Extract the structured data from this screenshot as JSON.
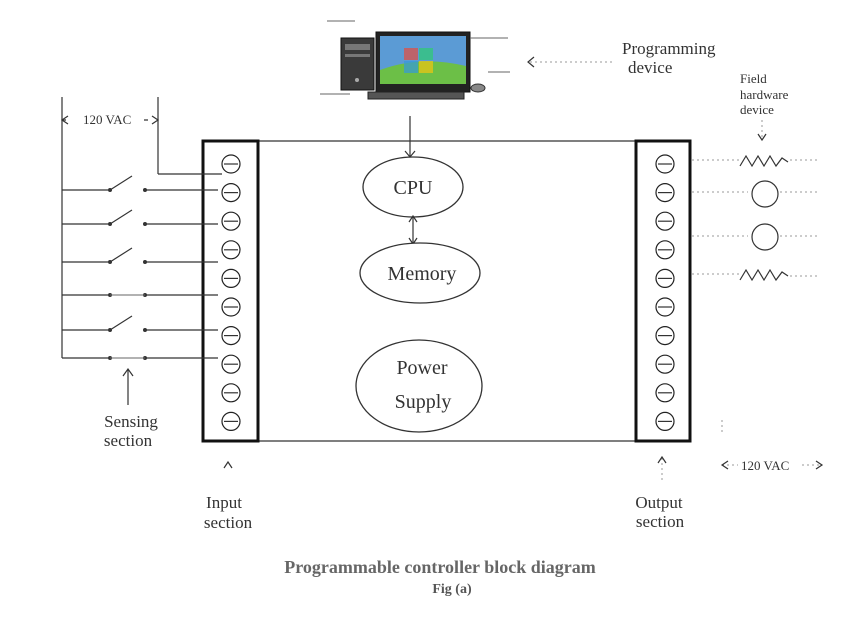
{
  "diagram": {
    "cpu_label": "CPU",
    "memory_label": "Memory",
    "power_label_line1": "Power",
    "power_label_line2": "Supply",
    "programming_device": [
      "Programming",
      "device"
    ],
    "field_hardware": [
      "Field",
      "hardware",
      "device"
    ],
    "left_voltage": "120 VAC",
    "right_voltage": "120 VAC",
    "sensing_section": [
      "Sensing",
      "section"
    ],
    "input_section": [
      "Input",
      "section"
    ],
    "output_section": [
      "Output",
      "section"
    ],
    "title": "Programmable controller block diagram",
    "subtitle": "Fig (a)",
    "input_terminal_count": 10,
    "output_terminal_count": 10,
    "computer_icon": "desktop-computer-icon"
  }
}
